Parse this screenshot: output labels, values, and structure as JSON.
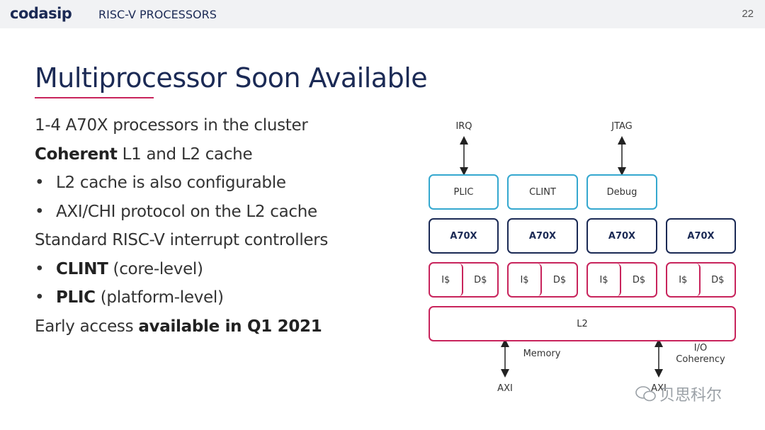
{
  "header": {
    "brand": "codasip",
    "product": "RISC-V PROCESSORS",
    "page_number": "22"
  },
  "slide": {
    "title": "Multiprocessor Soon Available",
    "lines": {
      "l1": "1-4 A70X processors in the cluster",
      "l2_bold": "Coherent",
      "l2_rest": " L1 and L2 cache",
      "l3": "L2 cache is also configurable",
      "l4": "AXI/CHI protocol on the L2 cache",
      "l5": "Standard RISC-V interrupt controllers",
      "l6_bold": "CLINT",
      "l6_rest": " (core-level)",
      "l7_bold": "PLIC",
      "l7_rest": " (platform-level)",
      "l8_prefix": "Early access ",
      "l8_bold": "available in Q1 2021"
    },
    "bullet_char": "•"
  },
  "diagram": {
    "irq": "IRQ",
    "jtag": "JTAG",
    "plic": "PLIC",
    "clint": "CLINT",
    "debug": "Debug",
    "cores": [
      "A70X",
      "A70X",
      "A70X",
      "A70X"
    ],
    "icache": "I$",
    "dcache": "D$",
    "l2": "L2",
    "memory": "Memory",
    "io_line1": "I/O",
    "io_line2": "Coherency",
    "axi_left": "AXI",
    "axi_right": "AXI"
  },
  "watermark": "贝思科尔",
  "colors": {
    "navy": "#1b2a55",
    "accent": "#c8245c",
    "cyan": "#35a8cf"
  }
}
